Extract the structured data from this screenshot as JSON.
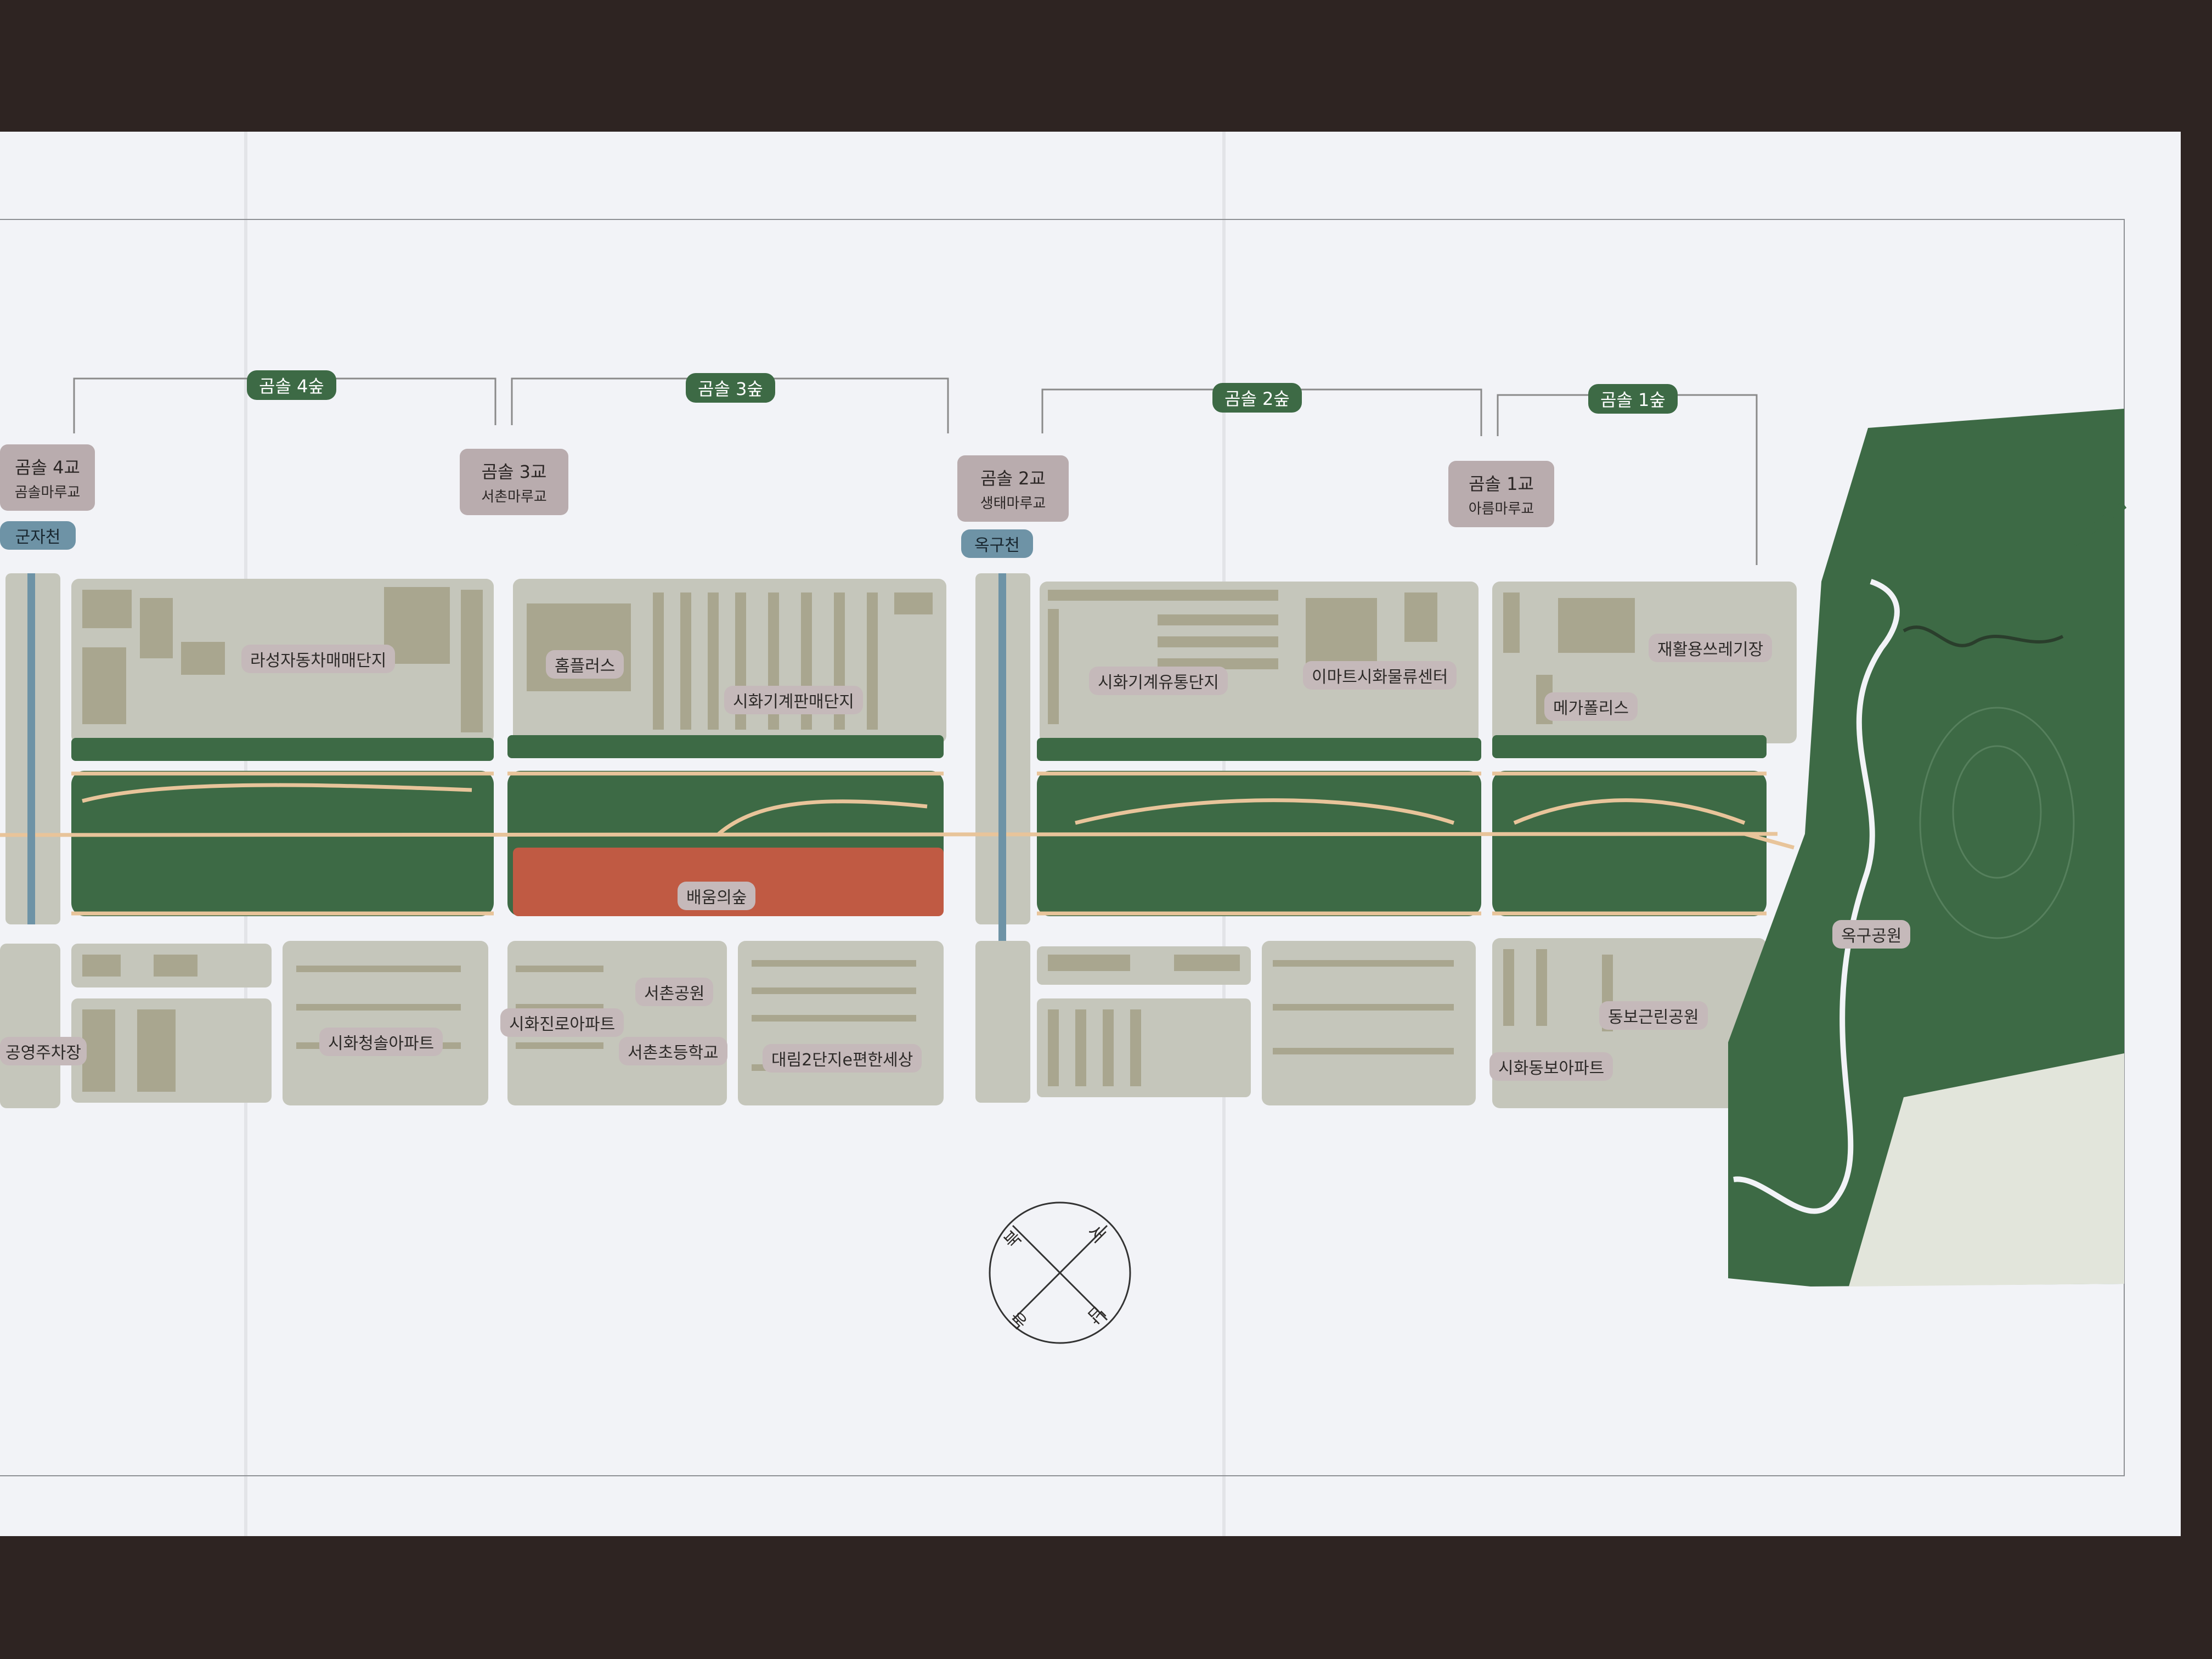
{
  "forest_sections": [
    {
      "id": "forest-4",
      "label": "곰솔 4숲"
    },
    {
      "id": "forest-3",
      "label": "곰솔 3숲"
    },
    {
      "id": "forest-2",
      "label": "곰솔 2숲"
    },
    {
      "id": "forest-1",
      "label": "곰솔 1숲"
    }
  ],
  "bridges": [
    {
      "name": "곰솔 4교",
      "sub": "곰솔마루교"
    },
    {
      "name": "곰솔 3교",
      "sub": "서촌마루교"
    },
    {
      "name": "곰솔 2교",
      "sub": "생태마루교"
    },
    {
      "name": "곰솔 1교",
      "sub": "아름마루교"
    }
  ],
  "streams": [
    "군자천",
    "옥구천"
  ],
  "places_north": [
    "라성자동차매매단지",
    "홈플러스",
    "시화기계판매단지",
    "시화기계유통단지",
    "이마트시화물류센터",
    "재활용쓰레기장",
    "메가폴리스"
  ],
  "places_south": [
    "공영주차장",
    "시화청솔아파트",
    "서촌공원",
    "시화진로아파트",
    "서촌초등학교",
    "대림2단지e편한세상",
    "동보근린공원",
    "시화동보아파트"
  ],
  "forest_highlight": "배움의숲",
  "park": "옥구공원",
  "compass": {
    "north": "북",
    "south": "남",
    "east": "동",
    "west": "서"
  },
  "colors": {
    "forest": "#3d6a45",
    "block": "#c5c6bb",
    "building": "#a9a68f",
    "path": "#e8c49a",
    "highlight": "#c05a43",
    "stream": "#6e93a6",
    "pill": "#c5b9ba",
    "paper": "#f2f3f7"
  }
}
